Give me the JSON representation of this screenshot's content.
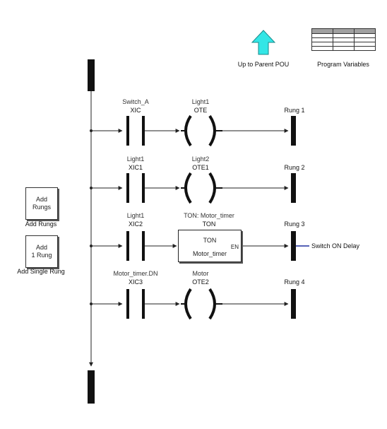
{
  "nav": {
    "up_label": "Up to Parent POU",
    "vars_label": "Program Variables"
  },
  "buttons": {
    "add_rungs": {
      "text": "Add\nRungs",
      "caption": "Add Rungs"
    },
    "add_single": {
      "text": "Add\n1 Rung",
      "caption": "Add Single Rung"
    }
  },
  "rungs": [
    {
      "contact_tag": "Switch_A",
      "contact_type": "XIC",
      "output_tag": "Light1",
      "output_type": "OTE",
      "label": "Rung 1"
    },
    {
      "contact_tag": "Light1",
      "contact_type": "XIC1",
      "output_tag": "Light2",
      "output_type": "OTE1",
      "label": "Rung 2"
    },
    {
      "contact_tag": "Light1",
      "contact_type": "XIC2",
      "output_tag": "TON: Motor_timer",
      "output_type": "TON",
      "label": "Rung 3"
    },
    {
      "contact_tag": "Motor_timer.DN",
      "contact_type": "XIC3",
      "output_tag": "Motor",
      "output_type": "OTE2",
      "label": "Rung 4"
    }
  ],
  "timer_block": {
    "title": "TON",
    "name": "Motor_timer",
    "port": "EN"
  },
  "rung3_output": "Switch ON Delay",
  "colors": {
    "up_arrow": "#33e6e6",
    "signal_line": "#1f2f9f",
    "table_header": "#a0a0a0"
  }
}
